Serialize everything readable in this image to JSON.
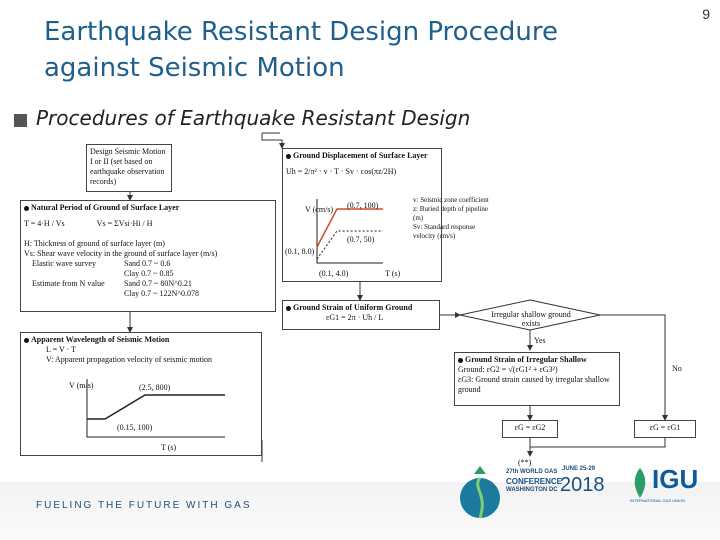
{
  "slide": {
    "title_line1": "Earthquake Resistant Design Procedure",
    "title_line2": "against Seismic Motion",
    "page_number": "9",
    "subtitle": "Procedures of Earthquake Resistant Design",
    "footer_text": "FUELING THE FUTURE WITH GAS"
  },
  "diagram": {
    "design_motion": "Design Seismic Motion I or II (set based on earthquake observation records)",
    "natural_period_title": "Natural Period of Ground of Surface Layer",
    "natural_period_formula1": "T = 4·H / Vs",
    "natural_period_formula2": "Vs = ΣVsi·Hi / H",
    "np_note_h": "H: Thickness of ground of surface layer (m)",
    "np_note_vs": "Vs: Shear wave velocity in the ground of surface layer (m/s)",
    "np_elastic": "Elastic wave survey",
    "np_estimate": "Estimate from N value",
    "np_sand1": "Sand 0.7 ~ 0.6",
    "np_clay1": "Clay 0.7 ~ 0.85",
    "np_sand2": "Sand 0.7 ~ 80N^0.21",
    "np_clay2": "Clay 0.7 ~ 122N^0.078",
    "wavelength_title": "Apparent Wavelength of Seismic Motion",
    "wavelength_formula": "L = V · T",
    "wavelength_note": "V: Apparent propagation velocity of seismic motion",
    "wl_ylabel": "V (m/s)",
    "wl_point1": "(2.5, 800)",
    "wl_point2": "(0.15, 100)",
    "wl_xlabel": "T (s)",
    "gd_title": "Ground Displacement of Surface Layer",
    "gd_formula": "Uh = 2/π² · v · T · Sv · cos(πz/2H)",
    "gd_ylabel": "V (cm/s)",
    "gd_p1": "(0.7, 100)",
    "gd_p2": "(0.7, 50)",
    "gd_p3": "(0.1, 8.0)",
    "gd_p4": "(0.1, 4.0)",
    "gd_xlabel": "T (s)",
    "gd_legend_v": "v: Seismic zone coefficient",
    "gd_legend_z": "z: Buried depth of pipeline (m)",
    "gd_legend_sv": "Sv: Standard response velocity (cm/s)",
    "uniform_title": "Ground Strain of Uniform Ground",
    "uniform_formula": "εG1 = 2π · Uh / L",
    "irregular_q": "Irregular shallow ground exists",
    "yes": "Yes",
    "no": "No",
    "irregular_title": "Ground Strain of Irregular Shallow",
    "irregular_formula": "Ground: εG2 = √(εG1² + εG3²)",
    "irregular_note": "εG3: Ground strain caused by irregular shallow ground",
    "eg_yes": "εG = εG2",
    "eg_no": "εG = εG1",
    "star_note": "(**)"
  },
  "logos": {
    "conference_line1": "27th WORLD GAS",
    "conference_line2": "CONFERENCE",
    "conference_line3": "WASHINGTON DC",
    "conference_dates": "JUNE 25-29",
    "conference_year": "2018",
    "igu_name": "IGU",
    "igu_sub": "INTERNATIONAL GAS UNION"
  },
  "colors": {
    "title": "#1f5f8b",
    "footer_text": "#1f4f7b",
    "igu_blue": "#0a5c9e",
    "wgc_green": "#2a9d6a"
  }
}
